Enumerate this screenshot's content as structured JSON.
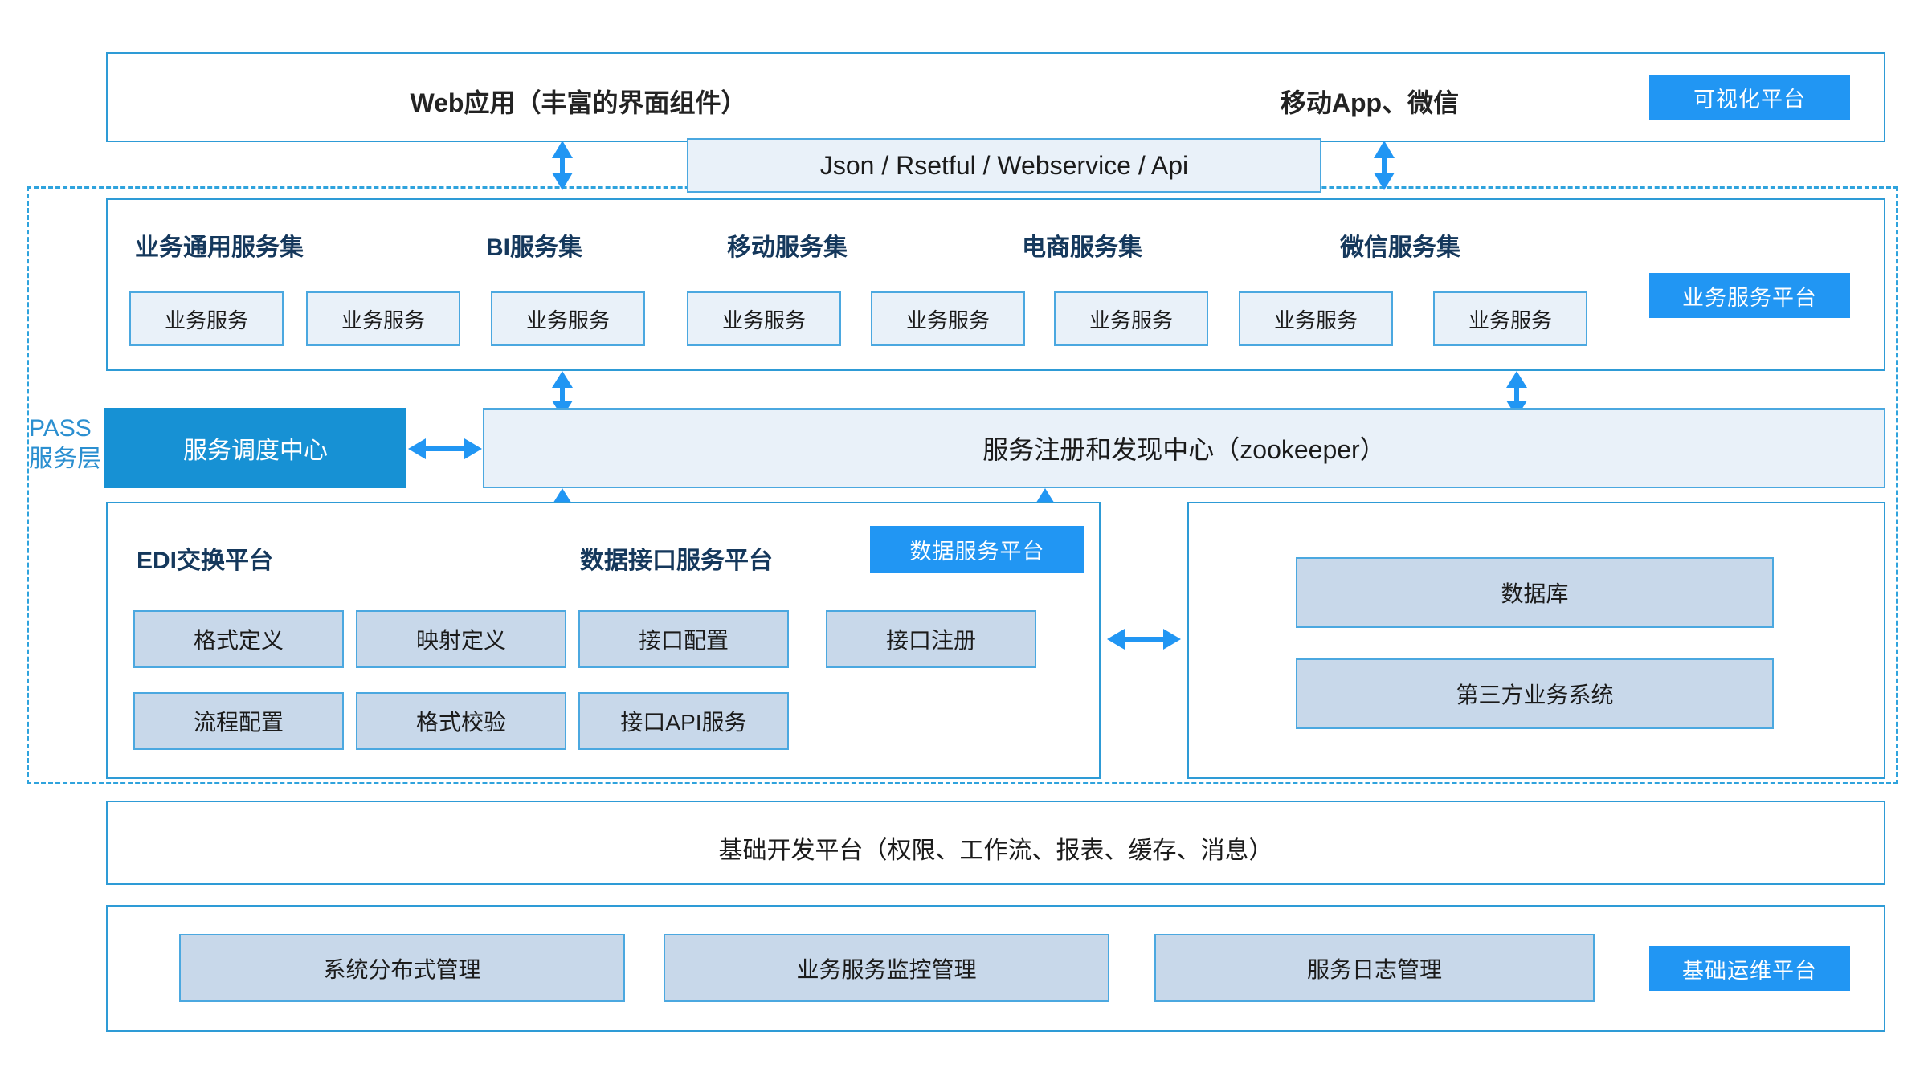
{
  "diagram": {
    "title_text_present": false,
    "accent_blue": "#2196f3",
    "frame_blue": "#2e9bd6",
    "dashed_blue": "#2fa3dd",
    "light_fill": "#e9f1f9",
    "mid_fill": "#c8d8ea",
    "solid_fill": "#1791d4",
    "heading_navy": "#15385c"
  },
  "pass_layer": {
    "line1": "PASS",
    "line2": "服务层"
  },
  "presentation_layer": {
    "left_title": "Web应用（丰富的界面组件）",
    "right_title": "移动App、微信",
    "tag": "可视化平台"
  },
  "protocol_bar": {
    "label": "Json / Rsetful / Webservice / Api"
  },
  "service_layer": {
    "tag": "业务服务平台",
    "groups": [
      {
        "heading": "业务通用服务集",
        "services": [
          "业务服务",
          "业务服务"
        ]
      },
      {
        "heading": "BI服务集",
        "services": [
          "业务服务"
        ]
      },
      {
        "heading": "移动服务集",
        "services": [
          "业务服务",
          "业务服务"
        ]
      },
      {
        "heading": "电商服务集",
        "services": [
          "业务服务"
        ]
      },
      {
        "heading": "微信服务集",
        "services": [
          "业务服务",
          "业务服务"
        ]
      }
    ],
    "service_boxes": [
      "业务服务",
      "业务服务",
      "业务服务",
      "业务服务",
      "业务服务",
      "业务服务",
      "业务服务",
      "业务服务"
    ]
  },
  "registry_row": {
    "dispatch_center": "服务调度中心",
    "registry_center": "服务注册和发现中心（zookeeper）"
  },
  "data_layer": {
    "edi_heading": "EDI交换平台",
    "api_heading": "数据接口服务平台",
    "tag": "数据服务平台",
    "edi_boxes_row1": [
      "格式定义",
      "映射定义"
    ],
    "edi_boxes_row2": [
      "流程配置",
      "格式校验"
    ],
    "api_boxes_row1": [
      "接口配置",
      "接口注册"
    ],
    "api_boxes_row2": [
      "接口API服务"
    ],
    "right_boxes": [
      "数据库",
      "第三方业务系统"
    ]
  },
  "foundation_layer": {
    "label": "基础开发平台（权限、工作流、报表、缓存、消息）"
  },
  "ops_layer": {
    "tag": "基础运维平台",
    "boxes": [
      "系统分布式管理",
      "业务服务监控管理",
      "服务日志管理"
    ]
  },
  "arrows": {
    "presentation_to_protocol_left": "bidirectional-vertical",
    "presentation_to_protocol_right": "bidirectional-vertical",
    "services_to_registry_left": "bidirectional-vertical",
    "services_to_registry_right": "bidirectional-vertical",
    "dispatch_to_registry": "bidirectional-horizontal",
    "registry_to_data_left": "bidirectional-vertical",
    "registry_to_data_right": "bidirectional-vertical",
    "data_to_database": "bidirectional-horizontal"
  }
}
